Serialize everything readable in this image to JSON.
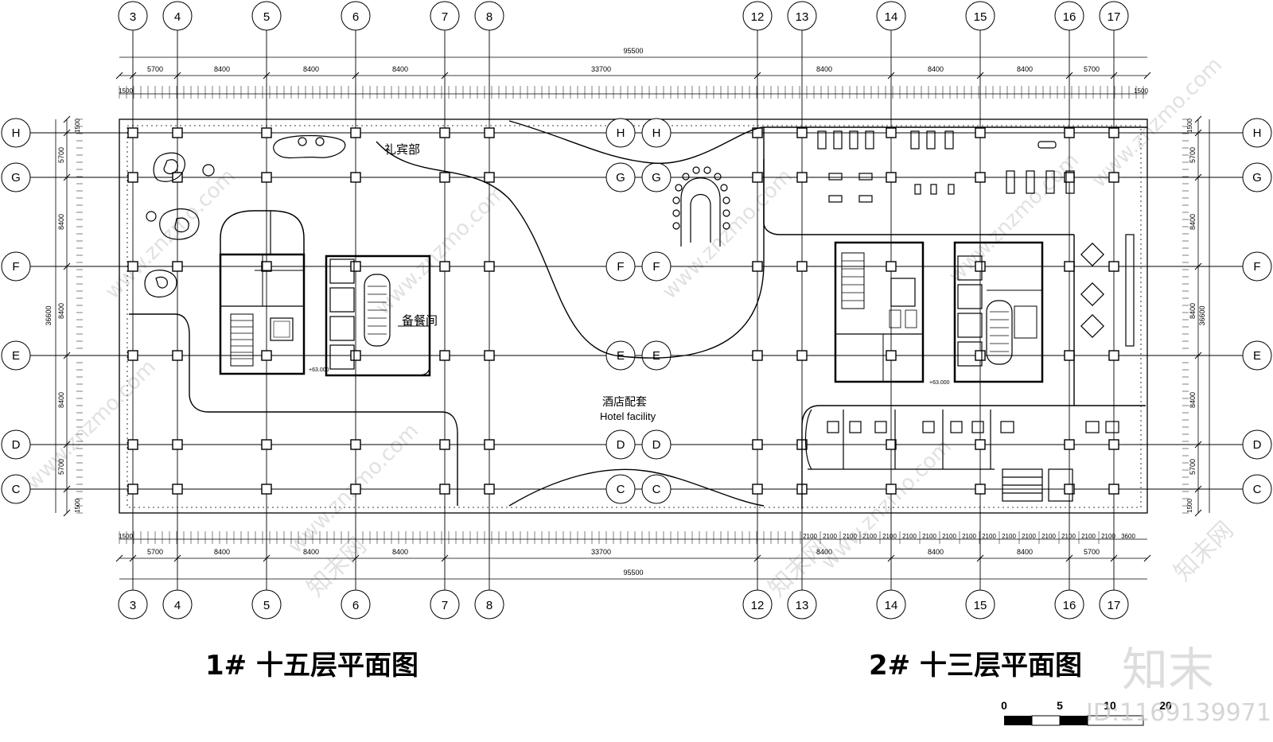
{
  "drawing": {
    "column_axes": [
      "3",
      "4",
      "5",
      "6",
      "7",
      "8",
      "12",
      "13",
      "14",
      "15",
      "16",
      "17"
    ],
    "row_axes": [
      "H",
      "G",
      "F",
      "E",
      "D",
      "C"
    ],
    "dims_top": {
      "overall": "95500",
      "bays": [
        "5700",
        "8400",
        "8400",
        "8400",
        "33700",
        "8400",
        "8400",
        "8400",
        "5700"
      ],
      "edge_left": "1500",
      "edge_right": "1500"
    },
    "dims_bottom": {
      "overall": "95500",
      "bays": [
        "5700",
        "8400",
        "8400",
        "8400",
        "33700",
        "8400",
        "8400",
        "8400",
        "5700"
      ],
      "edge_left": "1500",
      "edge_right": "3600",
      "right_modules": [
        "2100",
        "2100",
        "2100",
        "2100",
        "2100",
        "2100",
        "2100",
        "2100",
        "2100",
        "2100",
        "2100",
        "2100",
        "2100",
        "2100",
        "2100",
        "2100"
      ]
    },
    "dims_side": {
      "overall": "36600",
      "bays": [
        "5700",
        "8400",
        "8400",
        "8400",
        "5700"
      ],
      "edge": "1500"
    },
    "labels": {
      "reception": "礼宾部",
      "backup_meal": "备餐间",
      "hotel_cn": "酒店配套",
      "hotel_en": "Hotel facility",
      "level_left": "+63.000",
      "level_right": "+63.000"
    },
    "titles": {
      "left": "1# 十五层平面图",
      "right": "2# 十三层平面图"
    },
    "scale_bar": {
      "ticks": [
        "0",
        "5",
        "10",
        "20"
      ]
    },
    "watermark": {
      "logo": "知末",
      "id_text": "ID:1169139971",
      "site": "www.znzmo.com",
      "brand": "知末网"
    }
  }
}
